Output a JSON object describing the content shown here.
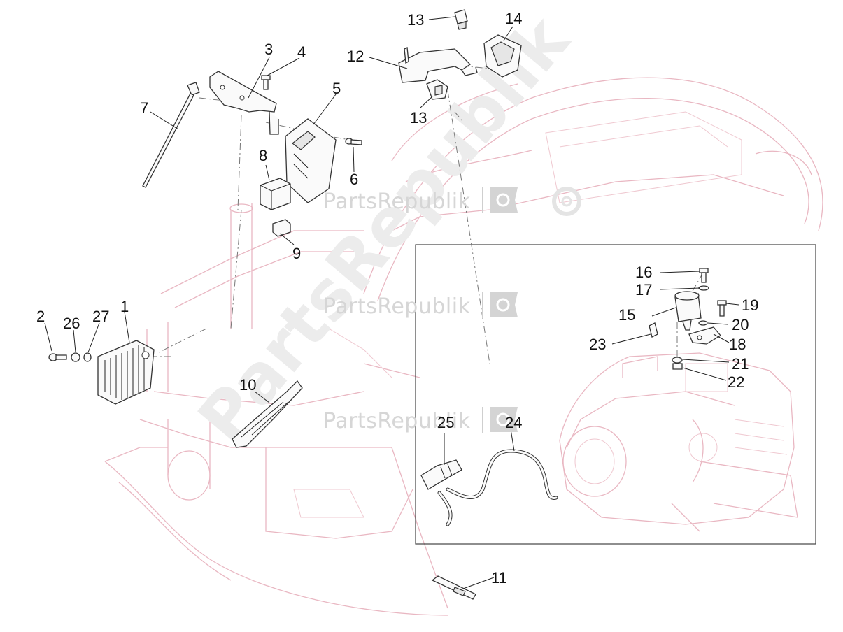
{
  "watermarks": {
    "brand_text": "PartsRepublik"
  },
  "callouts": [
    {
      "n": "1"
    },
    {
      "n": "2"
    },
    {
      "n": "3"
    },
    {
      "n": "4"
    },
    {
      "n": "5"
    },
    {
      "n": "6"
    },
    {
      "n": "7"
    },
    {
      "n": "8"
    },
    {
      "n": "9"
    },
    {
      "n": "10"
    },
    {
      "n": "11"
    },
    {
      "n": "12"
    },
    {
      "n": "13"
    },
    {
      "n": "13"
    },
    {
      "n": "14"
    },
    {
      "n": "15"
    },
    {
      "n": "16"
    },
    {
      "n": "17"
    },
    {
      "n": "18"
    },
    {
      "n": "19"
    },
    {
      "n": "20"
    },
    {
      "n": "21"
    },
    {
      "n": "22"
    },
    {
      "n": "23"
    },
    {
      "n": "24"
    },
    {
      "n": "25"
    },
    {
      "n": "26"
    },
    {
      "n": "27"
    }
  ],
  "icons": {
    "watermark_logo": "gear-flag-icon"
  }
}
